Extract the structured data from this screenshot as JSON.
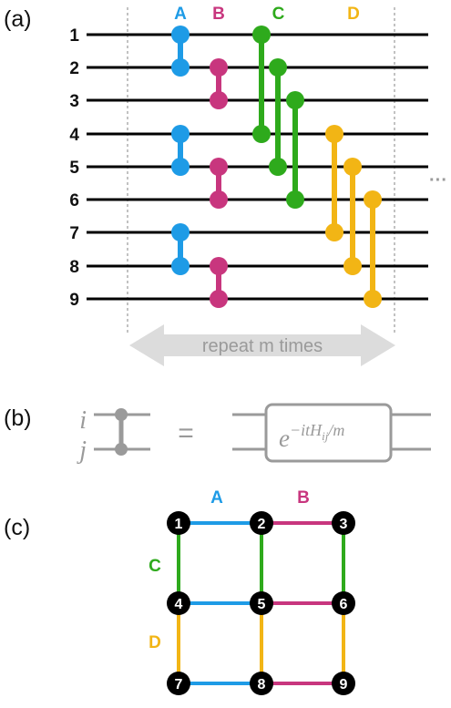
{
  "panels": {
    "a": "(a)",
    "b": "(b)",
    "c": "(c)"
  },
  "circuit": {
    "wire_labels": [
      "1",
      "2",
      "3",
      "4",
      "5",
      "6",
      "7",
      "8",
      "9"
    ],
    "layers": [
      {
        "name": "A",
        "color": "#1e9be6",
        "pairs": [
          [
            1,
            2
          ],
          [
            4,
            5
          ],
          [
            7,
            8
          ]
        ]
      },
      {
        "name": "B",
        "color": "#c8367e",
        "pairs": [
          [
            2,
            3
          ],
          [
            5,
            6
          ],
          [
            8,
            9
          ]
        ]
      },
      {
        "name": "C",
        "color": "#2eaa1c",
        "pairs": [
          [
            1,
            4
          ],
          [
            2,
            5
          ],
          [
            3,
            6
          ]
        ]
      },
      {
        "name": "D",
        "color": "#f2b515",
        "pairs": [
          [
            4,
            7
          ],
          [
            5,
            8
          ],
          [
            6,
            9
          ]
        ]
      }
    ],
    "ellipsis": "···",
    "repeat_text": "repeat m times"
  },
  "gate_identity": {
    "i": "i",
    "j": "j",
    "equals": "=",
    "exp_base": "e",
    "exp_power": "−itH",
    "exp_sub": "ij",
    "exp_tail": "/m"
  },
  "lattice": {
    "nodes": [
      "1",
      "2",
      "3",
      "4",
      "5",
      "6",
      "7",
      "8",
      "9"
    ],
    "labels": {
      "A": "A",
      "B": "B",
      "C": "C",
      "D": "D"
    }
  }
}
